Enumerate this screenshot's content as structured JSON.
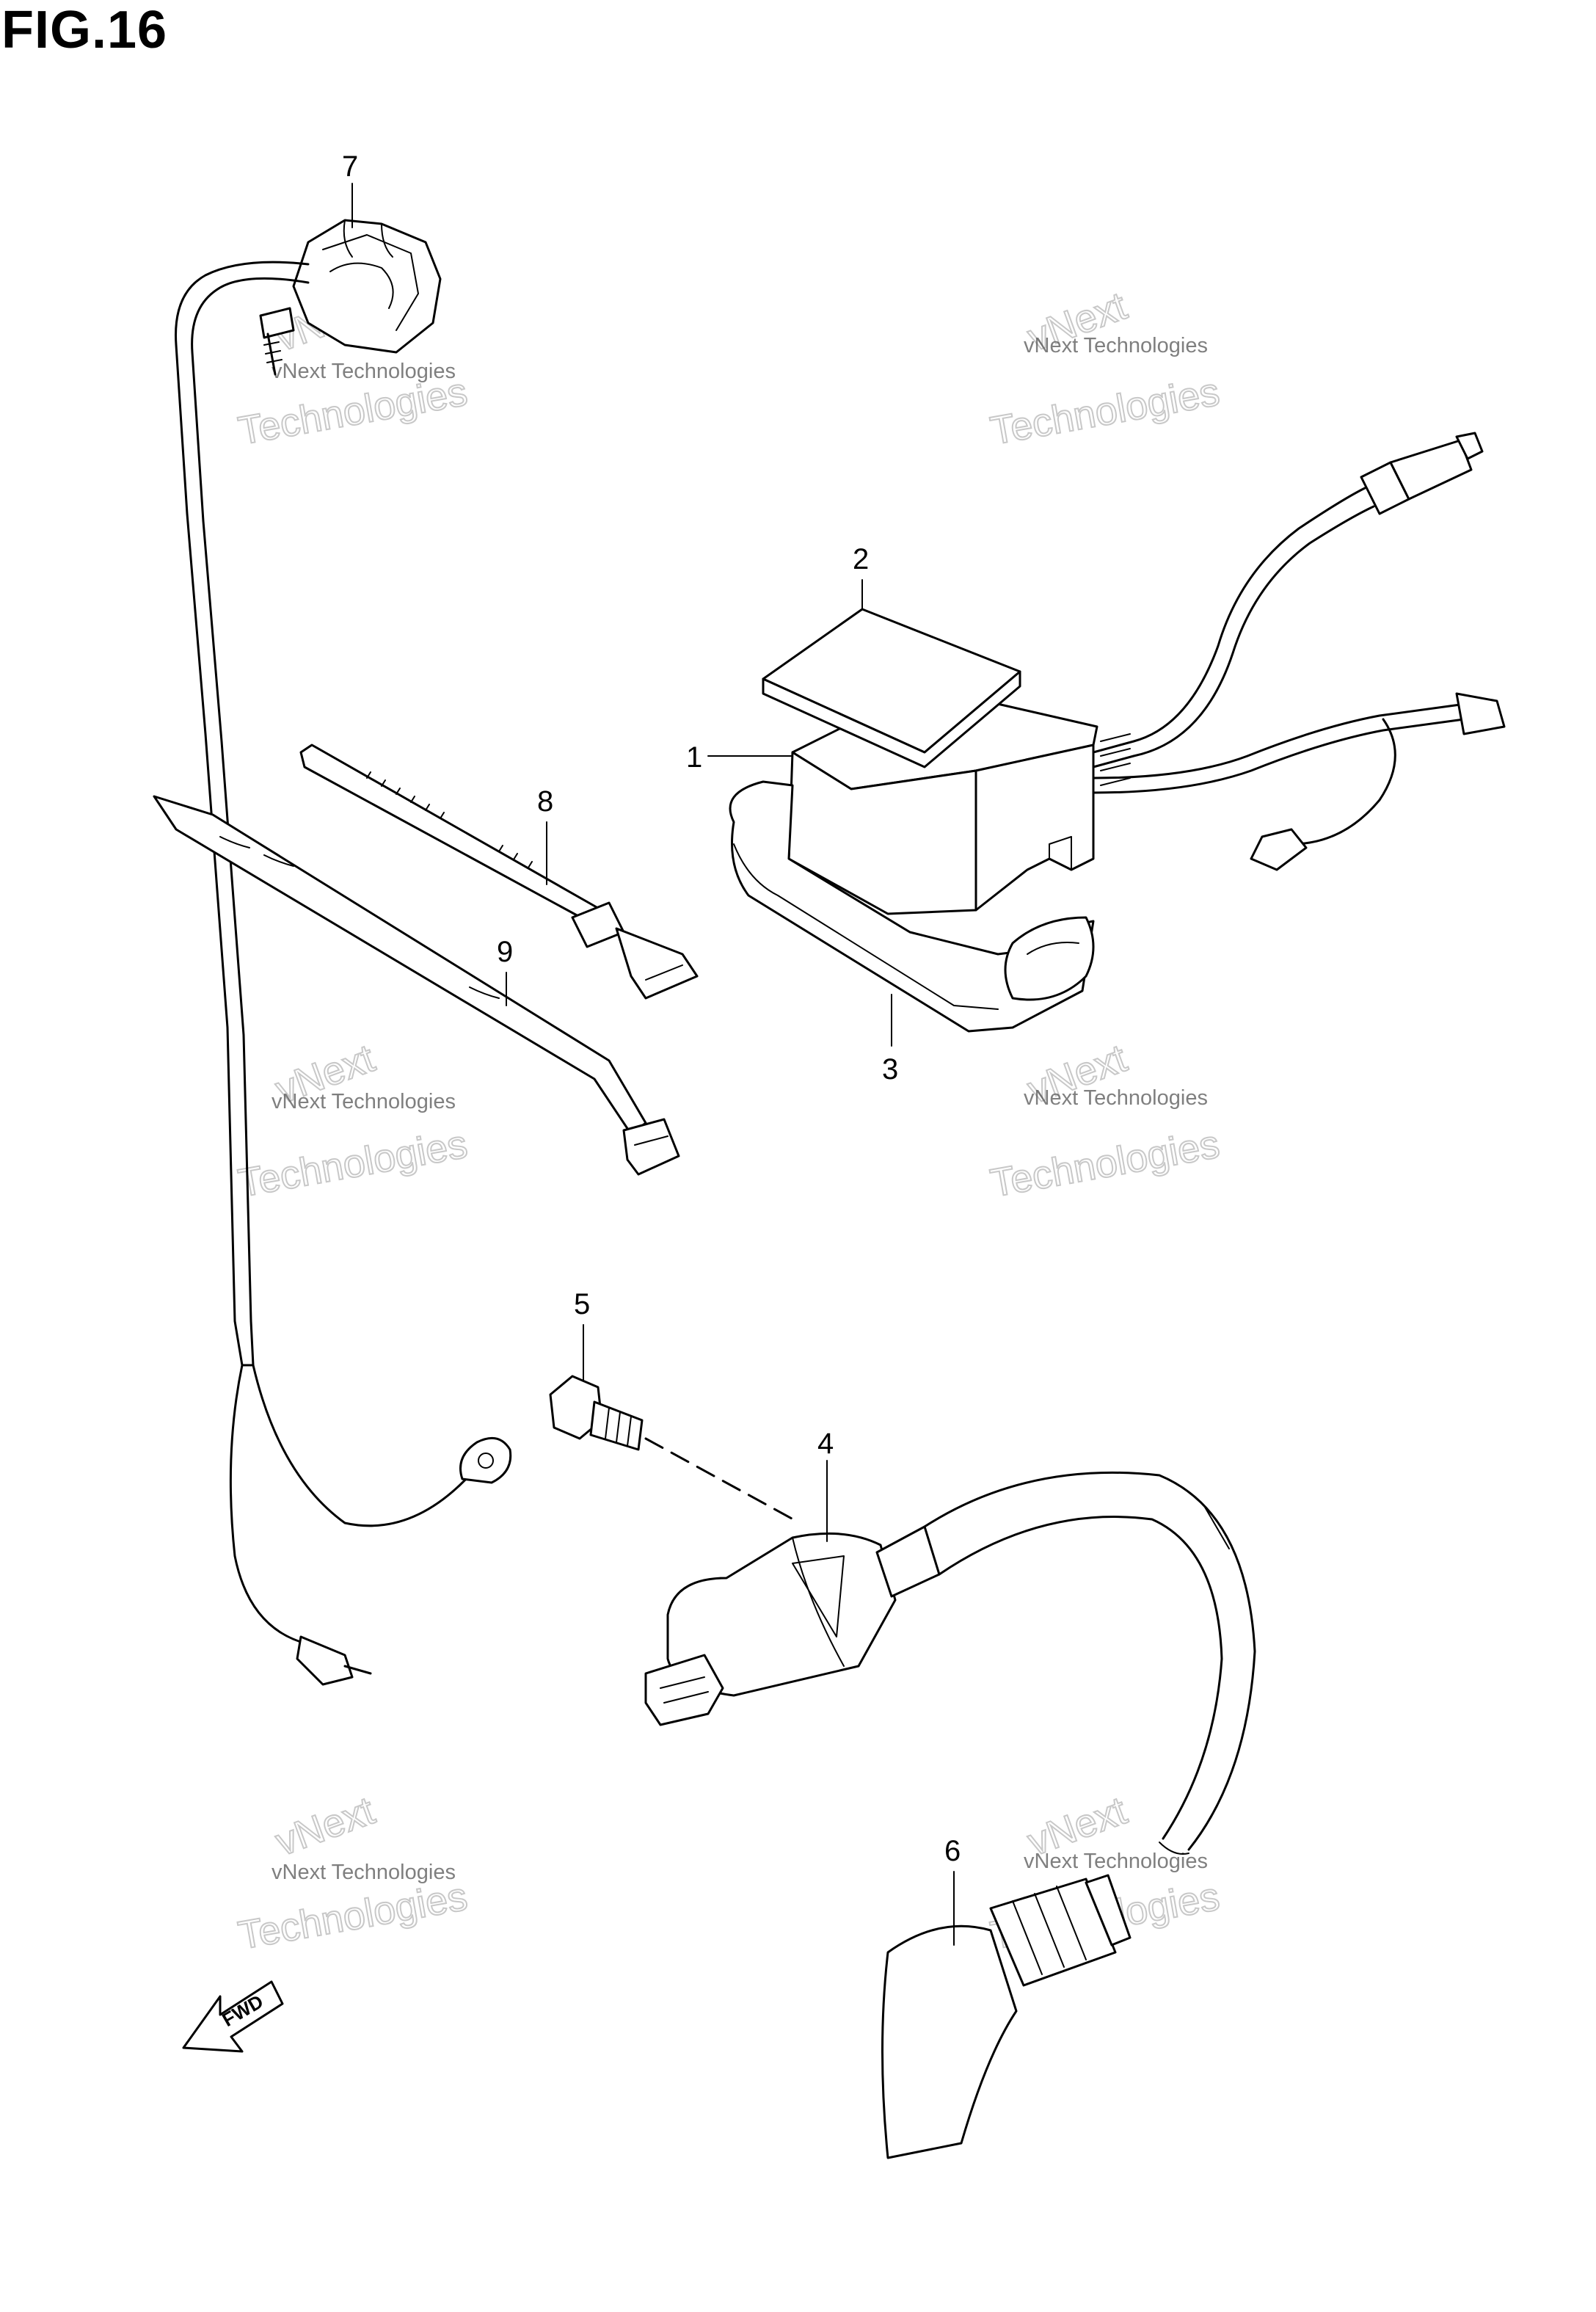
{
  "figure": {
    "title": "FIG.16"
  },
  "callouts": [
    "1",
    "2",
    "3",
    "4",
    "5",
    "6",
    "7",
    "8",
    "9"
  ],
  "direction_arrow": {
    "label": "FWD"
  },
  "watermark": {
    "line1": "vNext Technologies",
    "line2_a": "vNext",
    "line2_b": "Technologies"
  },
  "colors": {
    "ink": "#000000",
    "background": "#ffffff",
    "watermark": "#bbbbbb"
  }
}
